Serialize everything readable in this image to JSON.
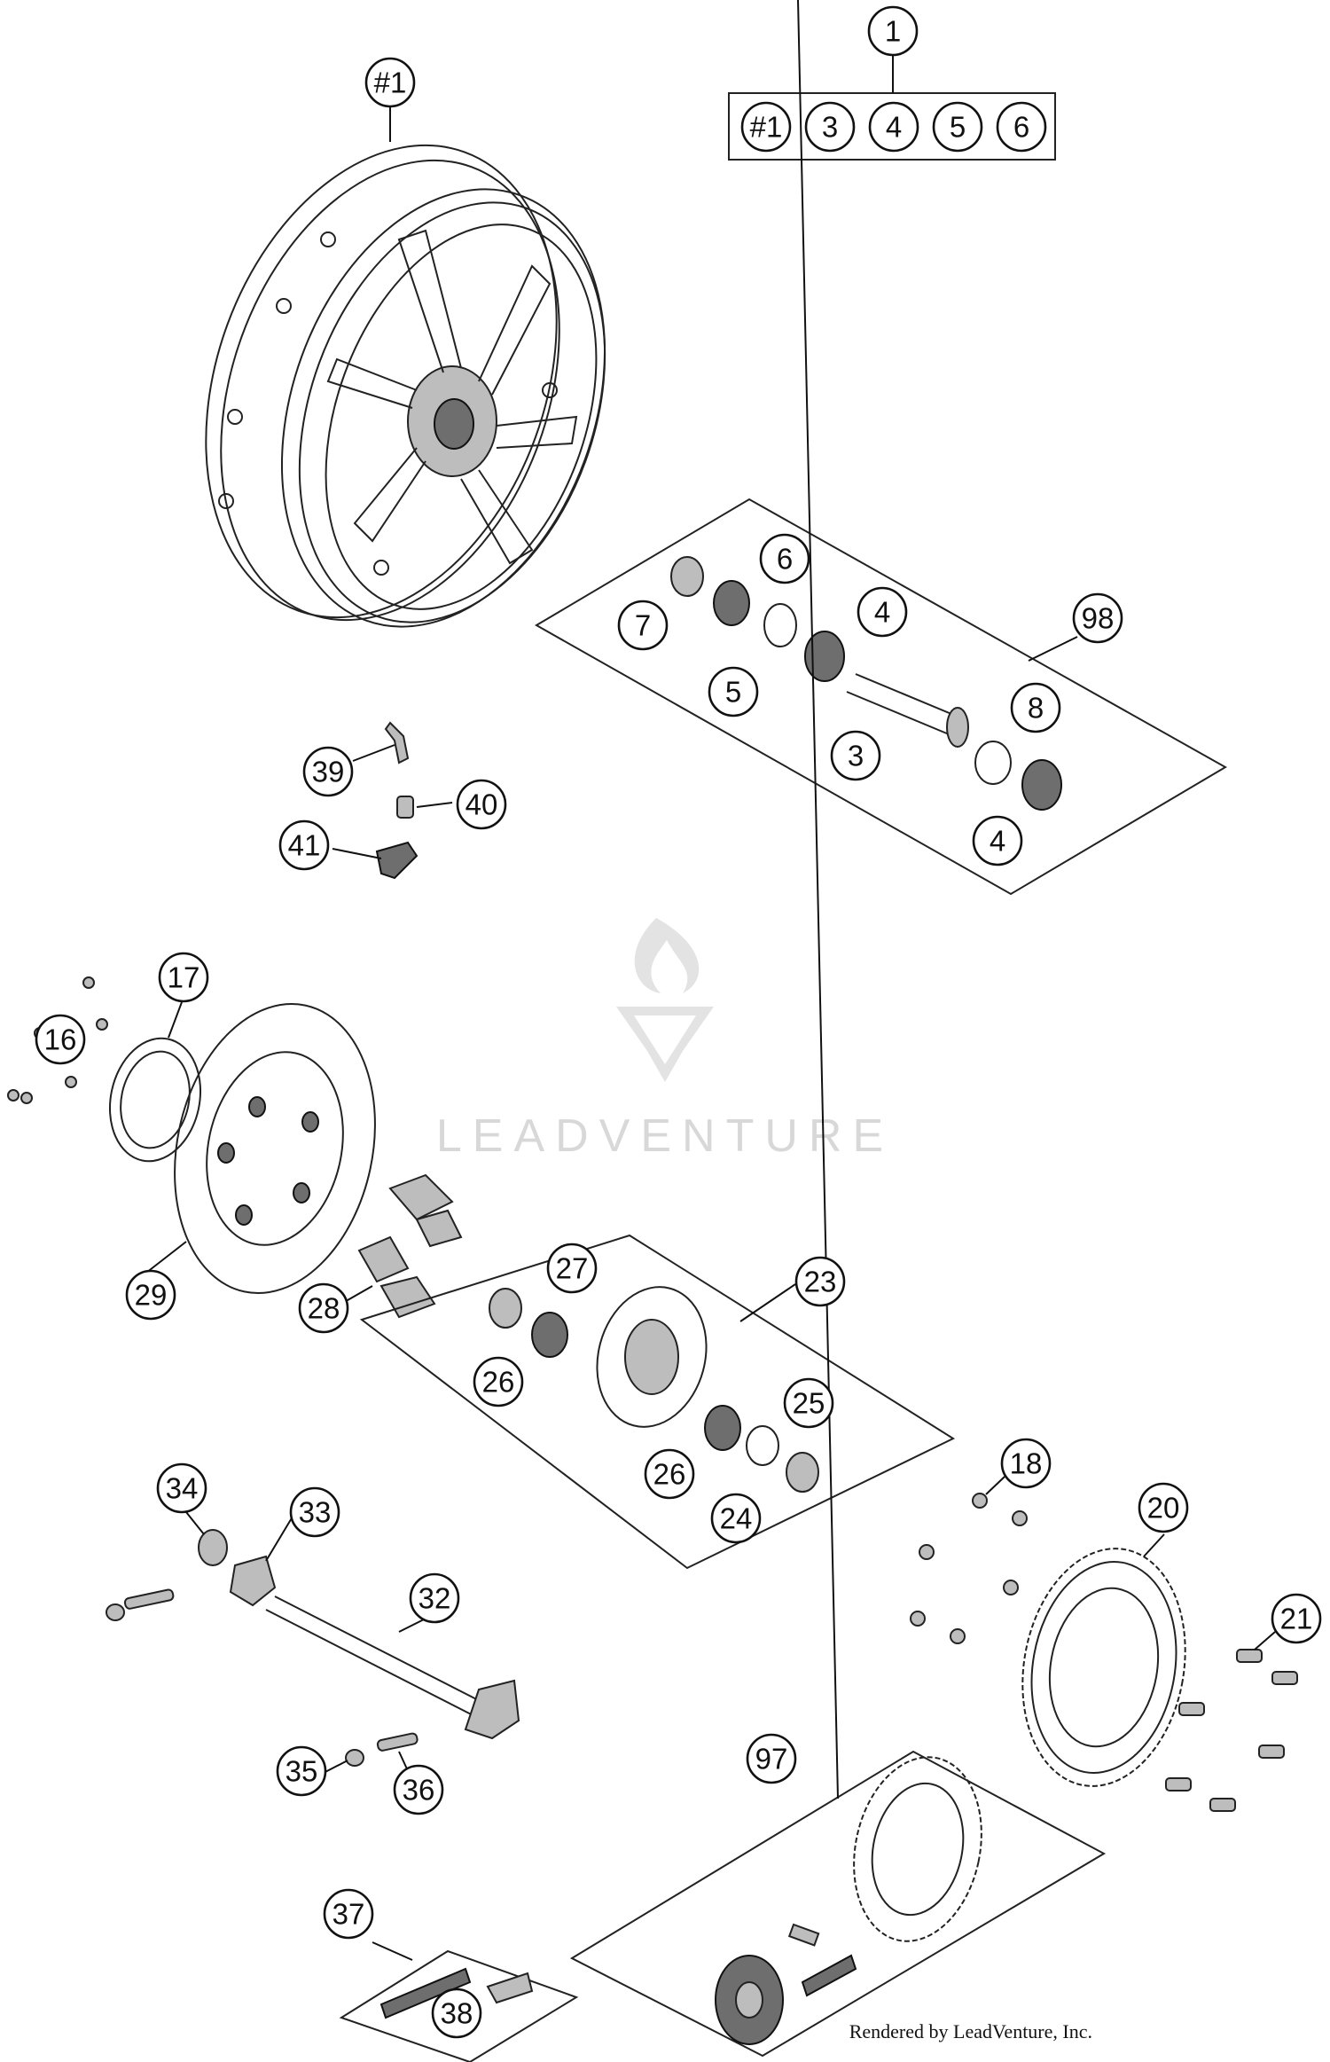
{
  "callouts": {
    "c_1": "1",
    "c_h1": "#1",
    "k_h1": "#1",
    "k_3": "3",
    "k_4": "4",
    "k_5": "5",
    "k_6": "6",
    "c_98": "98",
    "c_7": "7",
    "c_6": "6",
    "c_4a": "4",
    "c_5": "5",
    "c_8": "8",
    "c_3": "3",
    "c_4b": "4",
    "c_39": "39",
    "c_40": "40",
    "c_41": "41",
    "c_17": "17",
    "c_16": "16",
    "c_29": "29",
    "c_28": "28",
    "c_27": "27",
    "c_23": "23",
    "c_26a": "26",
    "c_25": "25",
    "c_26b": "26",
    "c_24": "24",
    "c_18": "18",
    "c_20": "20",
    "c_21": "21",
    "c_34": "34",
    "c_33": "33",
    "c_32": "32",
    "c_35": "35",
    "c_36": "36",
    "c_97": "97",
    "c_37": "37",
    "c_38": "38"
  },
  "watermark": "LEADVENTURE",
  "credit": "Rendered by LeadVenture, Inc."
}
